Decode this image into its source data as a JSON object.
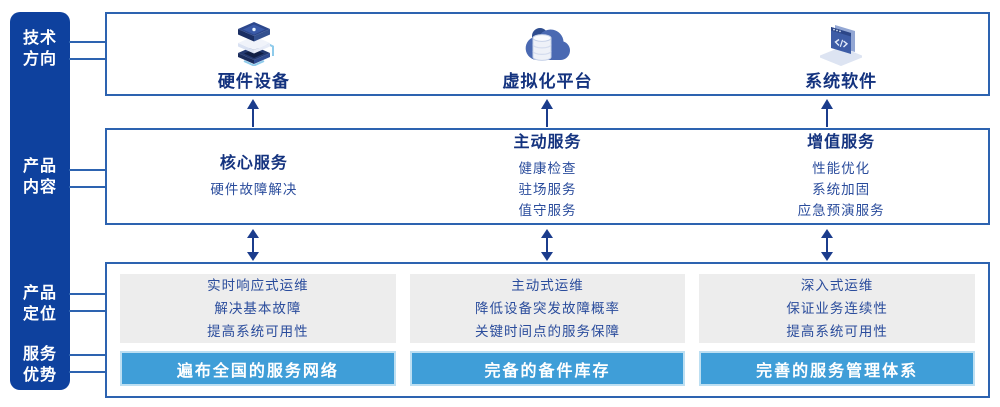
{
  "colors": {
    "rail_blue": "#0e419e",
    "box_border_blue": "#2d63b0",
    "heading_navy": "#14337f",
    "body_navy": "#2a4c9c",
    "banner_blue": "#3f9ed8",
    "panel_gray": "#ededed",
    "arrow_navy": "#1b3c8c"
  },
  "rail": {
    "items": [
      {
        "line1": "技术",
        "line2": "方向"
      },
      {
        "line1": "产品",
        "line2": "内容"
      },
      {
        "line1": "产品",
        "line2": "定位"
      },
      {
        "line1": "服务",
        "line2": "优势"
      }
    ]
  },
  "tech_direction": {
    "items": [
      {
        "label": "硬件设备",
        "icon": "hardware-stack-icon"
      },
      {
        "label": "虚拟化平台",
        "icon": "cloud-database-icon"
      },
      {
        "label": "系统软件",
        "icon": "code-window-icon"
      }
    ]
  },
  "product_content": {
    "columns": [
      {
        "heading": "核心服务",
        "items": [
          "硬件故障解决"
        ]
      },
      {
        "heading": "主动服务",
        "items": [
          "健康检查",
          "驻场服务",
          "值守服务"
        ]
      },
      {
        "heading": "增值服务",
        "items": [
          "性能优化",
          "系统加固",
          "应急预演服务"
        ]
      }
    ]
  },
  "positioning": {
    "columns": [
      {
        "lines": [
          "实时响应式运维",
          "解决基本故障",
          "提高系统可用性"
        ],
        "banner": "遍布全国的服务网络"
      },
      {
        "lines": [
          "主动式运维",
          "降低设备突发故障概率",
          "关键时间点的服务保障"
        ],
        "banner": "完备的备件库存"
      },
      {
        "lines": [
          "深入式运维",
          "保证业务连续性",
          "提高系统可用性"
        ],
        "banner": "完善的服务管理体系"
      }
    ]
  }
}
